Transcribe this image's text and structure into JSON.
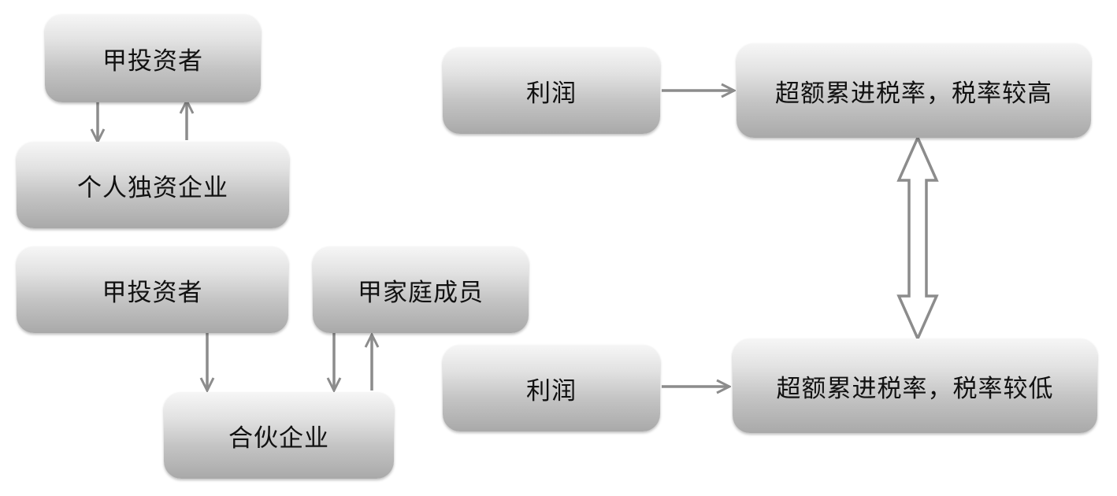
{
  "nodes": {
    "investor_a_1": "甲投资者",
    "sole_proprietorship": "个人独资企业",
    "investor_a_2": "甲投资者",
    "family_member": "甲家庭成员",
    "partnership": "合伙企业",
    "profit_1": "利润",
    "tax_high": "超额累进税率，税率较高",
    "profit_2": "利润",
    "tax_low": "超额累进税率，税率较低"
  },
  "colors": {
    "arrow": "#8c8c8c",
    "text": "#111111"
  }
}
